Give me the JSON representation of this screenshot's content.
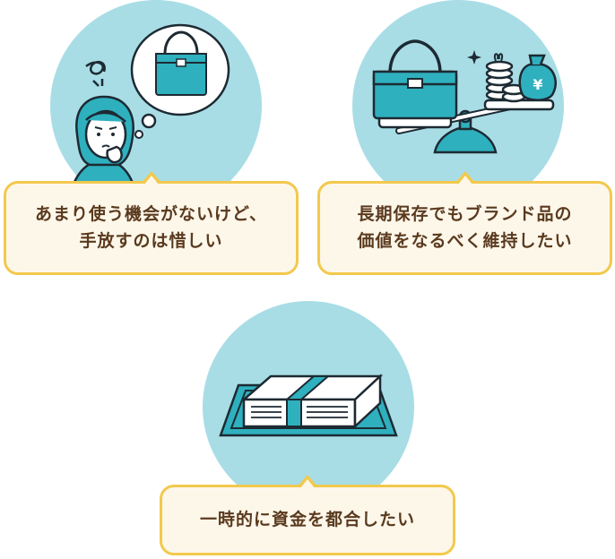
{
  "colors": {
    "circle": "#a8dde6",
    "accent_teal": "#2fb0be",
    "outline": "#1d2a33",
    "bubble_fill": "#fdf7ea",
    "bubble_border": "#f2c94c",
    "text": "#5a3a1e"
  },
  "cards": [
    {
      "illustration": "worried-woman-thinking-of-handbag",
      "lines": [
        "あまり使う機会がないけど、",
        "手放すのは惜しい"
      ]
    },
    {
      "illustration": "handbag-on-scale-vs-money",
      "lines": [
        "長期保存でもブランド品の",
        "価値をなるべく維持したい"
      ],
      "yen_symbol": "¥"
    },
    {
      "illustration": "cash-stack-on-tray",
      "lines": [
        "一時的に資金を都合したい"
      ]
    }
  ]
}
